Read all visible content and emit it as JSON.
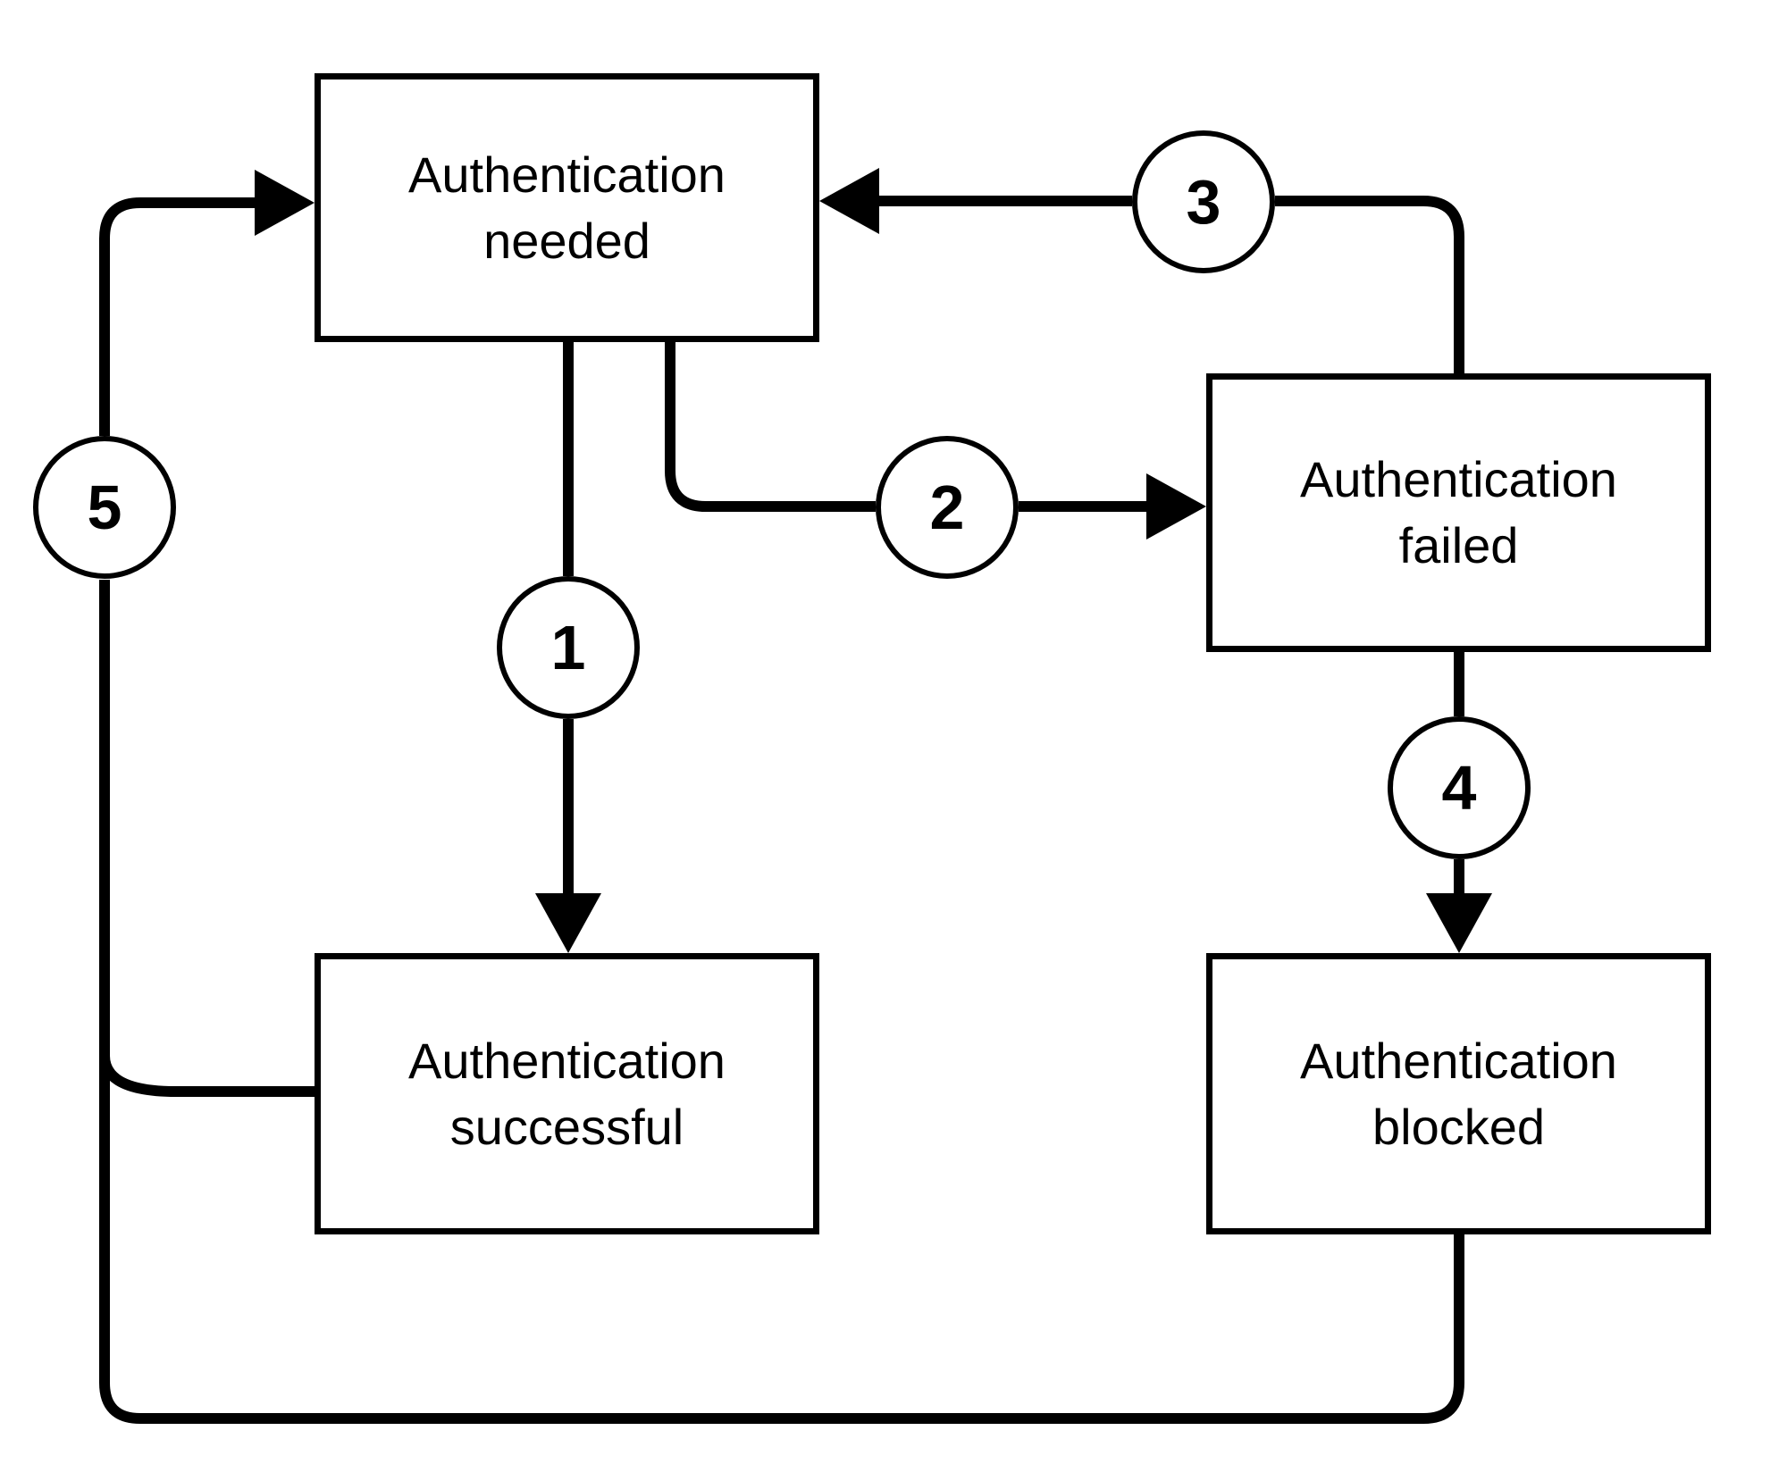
{
  "diagram": {
    "colors": {
      "background": "#ffffff",
      "line": "#000000",
      "node_fill": "#ffffff",
      "node_border": "#000000",
      "text": "#000000"
    },
    "nodes": [
      {
        "id": "needed",
        "line1": "Authentication",
        "line2": "needed"
      },
      {
        "id": "failed",
        "line1": "Authentication",
        "line2": "failed"
      },
      {
        "id": "successful",
        "line1": "Authentication",
        "line2": "successful"
      },
      {
        "id": "blocked",
        "line1": "Authentication",
        "line2": "blocked"
      }
    ],
    "steps": [
      {
        "label": "1"
      },
      {
        "label": "2"
      },
      {
        "label": "3"
      },
      {
        "label": "4"
      },
      {
        "label": "5"
      }
    ],
    "edges": [
      {
        "step": "1",
        "from": "Authentication needed",
        "to": "Authentication successful"
      },
      {
        "step": "2",
        "from": "Authentication needed",
        "to": "Authentication failed"
      },
      {
        "step": "3",
        "from": "Authentication failed",
        "to": "Authentication needed"
      },
      {
        "step": "4",
        "from": "Authentication failed",
        "to": "Authentication blocked"
      },
      {
        "step": "5",
        "from": "Authentication successful",
        "to": "Authentication needed"
      },
      {
        "step": "5",
        "from": "Authentication blocked",
        "to": "Authentication needed"
      }
    ]
  }
}
